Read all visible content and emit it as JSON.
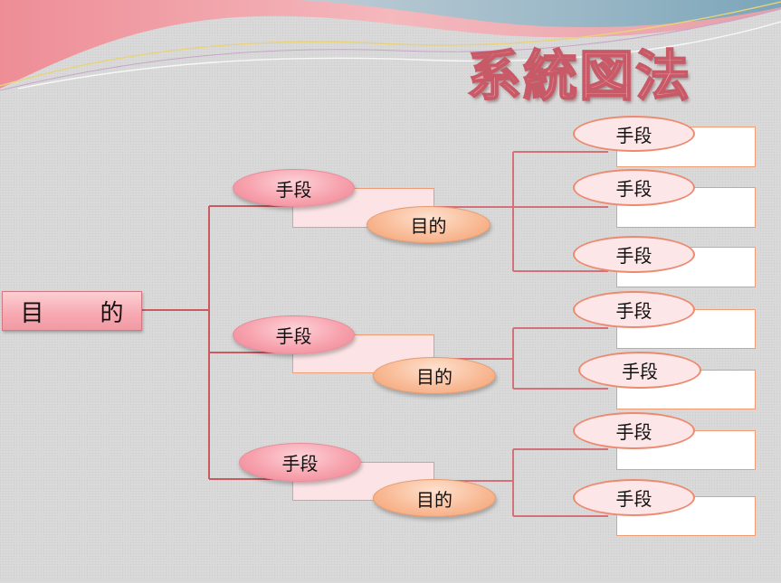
{
  "title": "系統図法",
  "root": {
    "label": "目　的"
  },
  "branches": [
    {
      "means": "手段",
      "purpose": "目的",
      "leaves": [
        {
          "label": "手段"
        },
        {
          "label": "手段"
        },
        {
          "label": "手段"
        }
      ]
    },
    {
      "means": "手段",
      "purpose": "目的",
      "leaves": [
        {
          "label": "手段"
        },
        {
          "label": "手段"
        }
      ]
    },
    {
      "means": "手段",
      "purpose": "目的",
      "leaves": [
        {
          "label": "手段"
        },
        {
          "label": "手段"
        }
      ]
    }
  ]
}
